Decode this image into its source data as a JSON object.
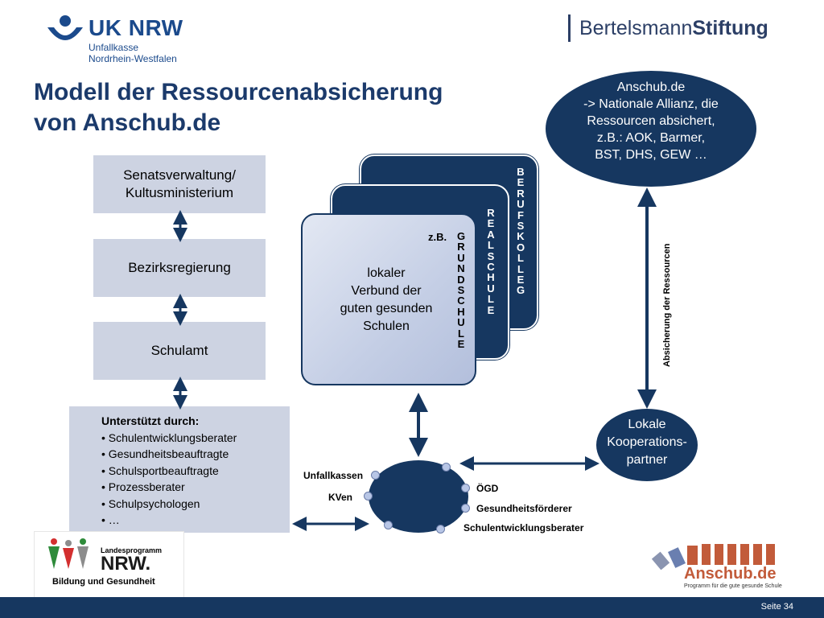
{
  "header": {
    "uk_logo": {
      "name": "UK NRW",
      "line1": "Unfallkasse",
      "line2": "Nordrhein-Westfalen"
    },
    "bertelsmann_logo": {
      "part1": "Bertelsmann",
      "part2": "Stiftung"
    }
  },
  "title": {
    "line1": "Modell der Ressourcenabsicherung",
    "line2": "von Anschub.de"
  },
  "hierarchy": {
    "box1": {
      "line1": "Senatsverwaltung/",
      "line2": "Kultusministerium"
    },
    "box2": "Bezirksregierung",
    "box3": "Schulamt"
  },
  "support": {
    "heading": "Unterstützt durch:",
    "items": [
      "• Schulentwicklungsberater",
      "• Gesundheitsbeauftragte",
      "• Schulsportbeauftragte",
      "• Prozessberater",
      "• Schulpsychologen",
      "• …"
    ]
  },
  "schools": {
    "front": {
      "line1": "lokaler",
      "line2": "Verbund der",
      "line3": "guten gesunden",
      "line4": "Schulen"
    },
    "prefix": "z.B.",
    "grundschule": [
      "G",
      "R",
      "U",
      "N",
      "D",
      "S",
      "C",
      "H",
      "U",
      "L",
      "E"
    ],
    "realschule": [
      "R",
      "E",
      "A",
      "L",
      "S",
      "C",
      "H",
      "U",
      "L",
      "E"
    ],
    "berufskolleg": [
      "B",
      "E",
      "R",
      "U",
      "F",
      "S",
      "K",
      "O",
      "L",
      "L",
      "E",
      "G"
    ]
  },
  "anschub_oval": {
    "line1": "Anschub.de",
    "line2": "-> Nationale Allianz, die",
    "line3": "Ressourcen absichert,",
    "line4": "z.B.: AOK, Barmer,",
    "line5": "BST, DHS, GEW …"
  },
  "vertical_label": "Absicherung der Ressourcen",
  "lokal_oval": {
    "line1": "Lokale",
    "line2": "Kooperations-",
    "line3": "partner"
  },
  "network": {
    "left1": "Unfallkassen",
    "left2": "KVen",
    "right1": "ÖGD",
    "right2": "Gesundheitsförderer",
    "right3": "Schulentwicklungsberater"
  },
  "footer_logos": {
    "landesprogramm": {
      "line1": "Landesprogramm",
      "nrw": "NRW.",
      "line3": "Bildung und Gesundheit"
    },
    "anschub": {
      "name": "Anschub.de",
      "tagline": "Programm für die gute gesunde Schule"
    }
  },
  "page_number": "Seite 34",
  "colors": {
    "navy": "#163760",
    "title_blue": "#1b3a6b",
    "box_fill": "#cdd3e2",
    "card_front": "#c9d3e8"
  }
}
